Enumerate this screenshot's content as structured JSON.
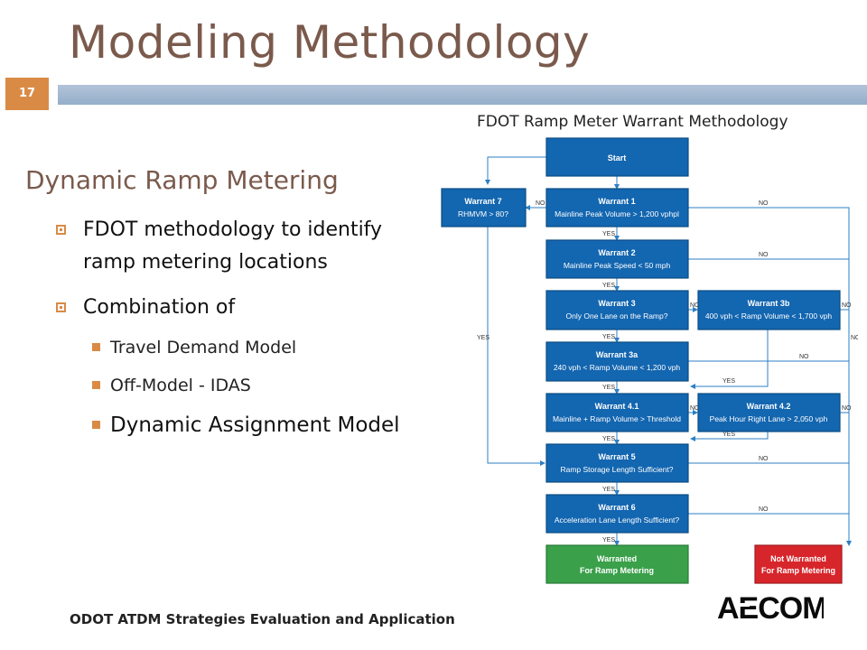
{
  "slide": {
    "title": "Modeling Methodology",
    "number": "17",
    "subtitle": "Dynamic Ramp Metering",
    "bullets": [
      "FDOT methodology to identify ramp metering locations",
      "Combination of"
    ],
    "sub_bullets": [
      "Travel Demand Model",
      "Off-Model - IDAS",
      "Dynamic Assignment Model"
    ],
    "footer": "ODOT ATDM Strategies Evaluation and Application",
    "logo_text": "AECOM"
  },
  "flowchart": {
    "title": "FDOT Ramp Meter Warrant Methodology",
    "start": "Start",
    "warrant7": {
      "title": "Warrant 7",
      "text": "RHMVM > 80?"
    },
    "warrant1": {
      "title": "Warrant 1",
      "text": "Mainline Peak Volume > 1,200 vphpl"
    },
    "warrant2": {
      "title": "Warrant 2",
      "text": "Mainline Peak Speed < 50 mph"
    },
    "warrant3": {
      "title": "Warrant 3",
      "text": "Only One Lane on the Ramp?"
    },
    "warrant3b": {
      "title": "Warrant 3b",
      "text": "400 vph < Ramp Volume < 1,700 vph"
    },
    "warrant3a": {
      "title": "Warrant 3a",
      "text": "240 vph < Ramp Volume < 1,200 vph"
    },
    "warrant41": {
      "title": "Warrant 4.1",
      "text": "Mainline + Ramp Volume > Threshold"
    },
    "warrant42": {
      "title": "Warrant 4.2",
      "text": "Peak Hour Right Lane > 2,050 vph"
    },
    "warrant5": {
      "title": "Warrant 5",
      "text": "Ramp Storage Length Sufficient?"
    },
    "warrant6": {
      "title": "Warrant 6",
      "text": "Acceleration Lane Length Sufficient?"
    },
    "warranted": {
      "line1": "Warranted",
      "line2": "For Ramp Metering"
    },
    "not_warranted": {
      "line1": "Not Warranted",
      "line2": "For Ramp Metering"
    },
    "yes_label": "YES",
    "no_label": "NO",
    "colors": {
      "box": "#1366b0",
      "warranted": "#3aa04a",
      "not_warranted": "#d7262b",
      "accent": "#d98b46"
    }
  }
}
